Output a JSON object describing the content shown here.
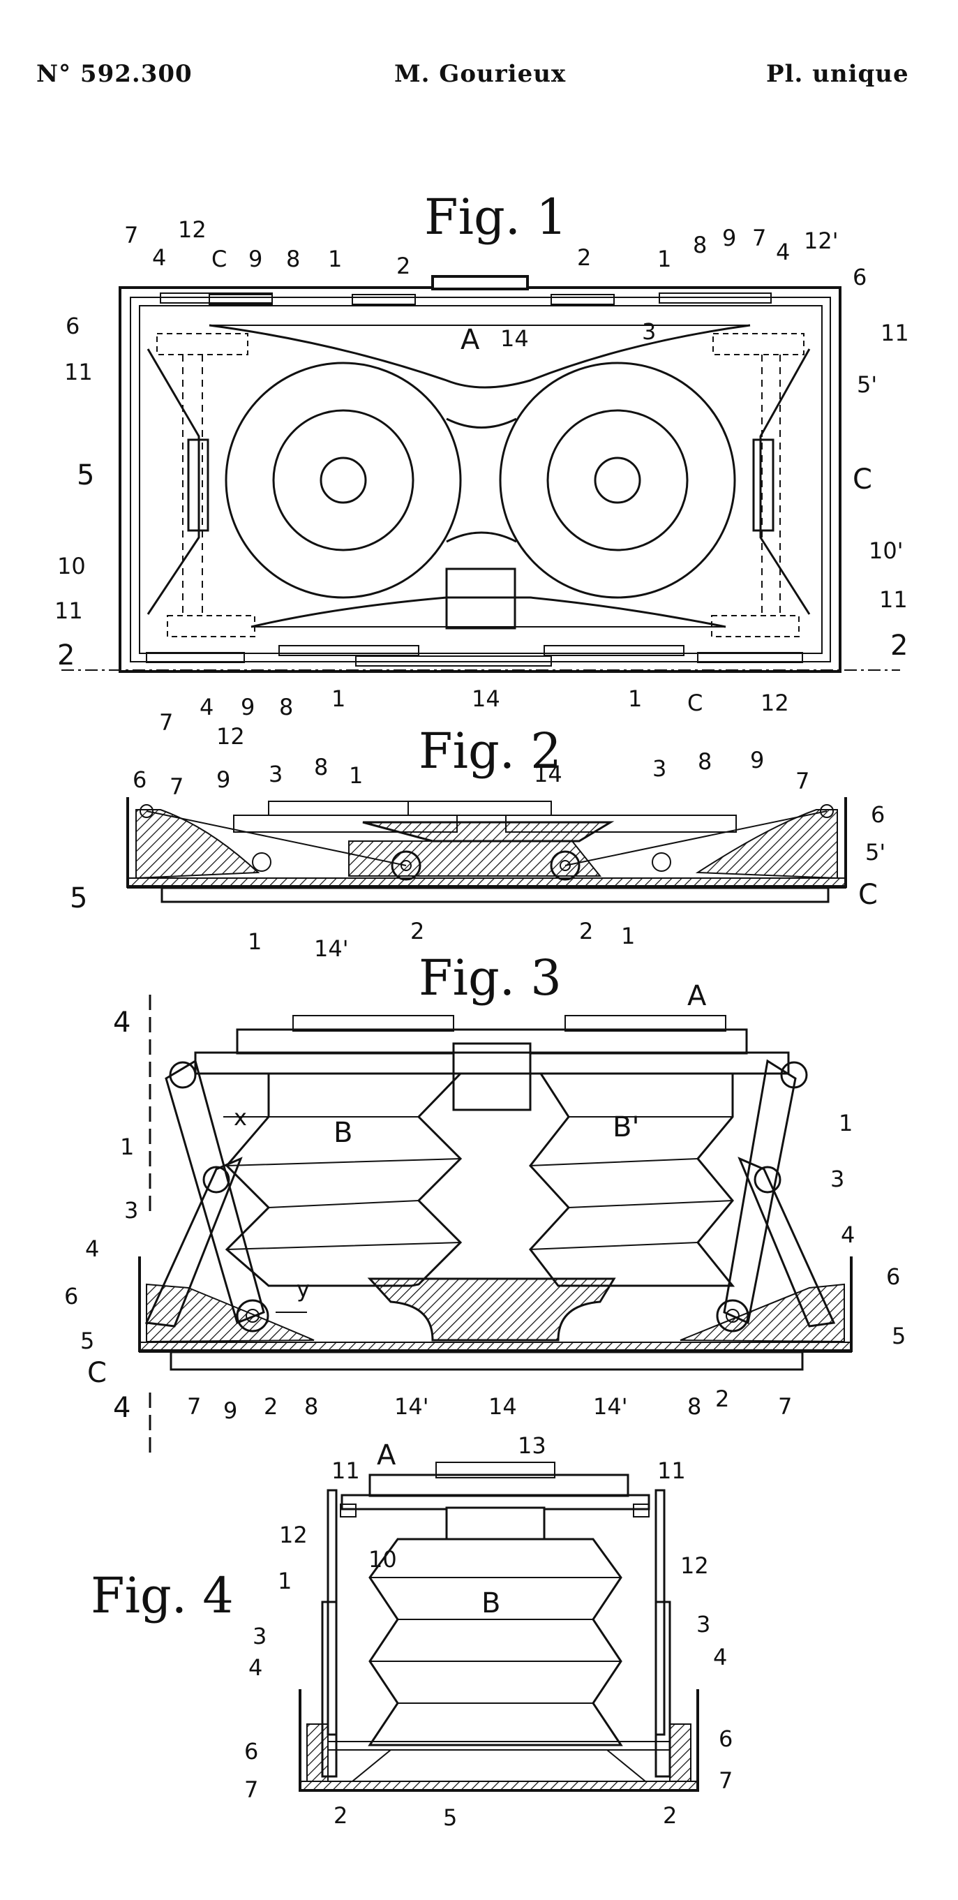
{
  "header": {
    "number": "N° 592.300",
    "inventor": "M. Gourieux",
    "plate": "Pl. unique"
  },
  "figures": {
    "fig1": {
      "title": "Fig. 1",
      "labels": [
        "7",
        "12",
        "4",
        "C",
        "9",
        "8",
        "1",
        "2",
        "14",
        "2",
        "1",
        "8",
        "9",
        "7",
        "4",
        "12'",
        "6",
        "6",
        "A",
        "3",
        "11",
        "11",
        "5",
        "5'",
        "C",
        "10",
        "10'",
        "11",
        "11",
        "2",
        "2",
        "7",
        "4",
        "9",
        "8",
        "1",
        "14",
        "1",
        "C",
        "12",
        "12"
      ]
    },
    "fig2": {
      "title": "Fig. 2",
      "labels": [
        "6",
        "7",
        "9",
        "3",
        "8",
        "1",
        "14",
        "3",
        "8",
        "9",
        "7",
        "6",
        "5'",
        "5",
        "1",
        "14'",
        "2",
        "2",
        "1",
        "C"
      ]
    },
    "fig3": {
      "title": "Fig. 3",
      "labels": [
        "4",
        "A",
        "x",
        "B",
        "B'",
        "1",
        "1",
        "3",
        "3",
        "4",
        "4",
        "6",
        "6",
        "y",
        "5",
        "5",
        "C",
        "7",
        "9",
        "2",
        "8",
        "14'",
        "14",
        "14'",
        "8",
        "2",
        "7",
        "4"
      ]
    },
    "fig4": {
      "title": "Fig. 4",
      "labels": [
        "A",
        "13",
        "11",
        "11",
        "12",
        "10",
        "12",
        "1",
        "B",
        "3",
        "3",
        "4",
        "4",
        "6",
        "6",
        "7",
        "7",
        "2",
        "5",
        "2"
      ]
    }
  }
}
